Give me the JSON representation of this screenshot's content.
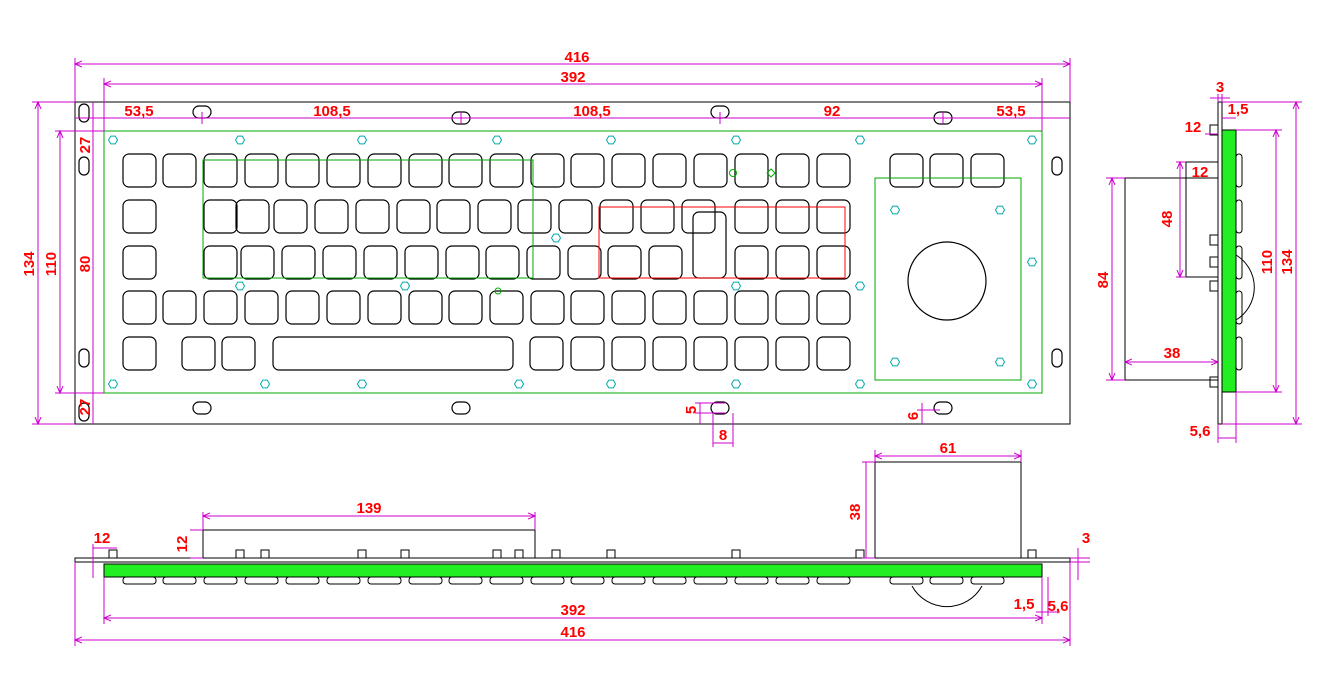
{
  "colors": {
    "dimension_line": "#cc00cc",
    "dimension_text": "#ff0000",
    "outline": "#000000",
    "plate_outline": "#00aa00",
    "pcb_fill": "#22ee22",
    "nut": "#00aaaa",
    "highlight_red": "#ff0000",
    "background": "#ffffff"
  },
  "front_view": {
    "dimensions": {
      "overall_width": "416",
      "mounting_span": "392",
      "hole_pitch_edge_left": "53,5",
      "hole_pitch_1": "108,5",
      "hole_pitch_2": "108,5",
      "hole_pitch_3": "92",
      "hole_pitch_edge_right": "53,5",
      "overall_height": "134",
      "mounting_height": "110",
      "plate_height": "80",
      "margin_top": "27",
      "margin_bottom": "27",
      "slot_height": "5",
      "slot_width": "8",
      "slot_radius": "6"
    }
  },
  "side_view": {
    "dimensions": {
      "top_thickness": "3",
      "panel_thickness": "1,5",
      "stud_offset": "12",
      "stud_offset_2": "12",
      "module_height": "48",
      "inner_height": "110",
      "overall_height": "134",
      "trackball_height": "84",
      "trackball_depth": "38",
      "bottom_offset": "5,6"
    }
  },
  "bottom_view": {
    "dimensions": {
      "stud_offset": "12",
      "pcb_height": "12",
      "pcb_width": "139",
      "trackball_width": "61",
      "trackball_depth": "38",
      "top_thickness": "3",
      "mounting_span": "392",
      "overall_width": "416",
      "panel_thickness": "1,5",
      "edge_offset": "5,6"
    }
  }
}
